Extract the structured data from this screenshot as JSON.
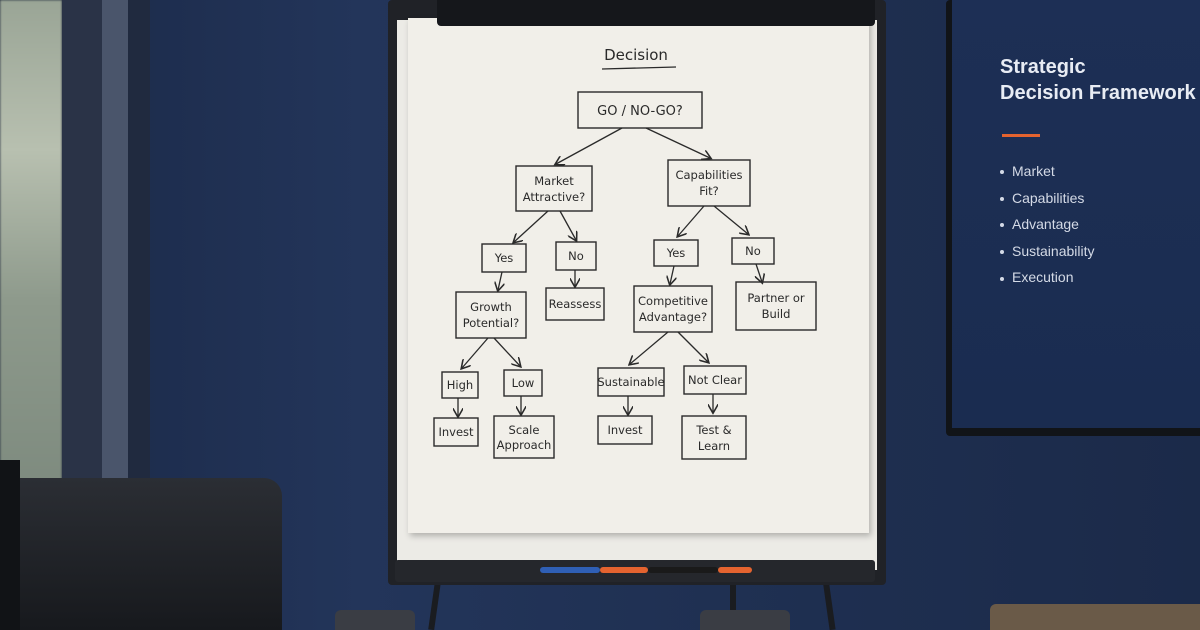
{
  "flipchart": {
    "heading": "Decision",
    "root": "GO / NO-GO?",
    "market": {
      "question_line1": "Market",
      "question_line2": "Attractive?",
      "yes": "Yes",
      "no": "No",
      "no_outcome": "Reassess"
    },
    "growth": {
      "question_line1": "Growth",
      "question_line2": "Potential?",
      "high": "High",
      "low": "Low",
      "high_outcome": "Invest",
      "low_outcome_line1": "Scale",
      "low_outcome_line2": "Approach"
    },
    "capabilities": {
      "question_line1": "Capabilities",
      "question_line2": "Fit?",
      "yes": "Yes",
      "no": "No",
      "no_outcome_line1": "Partner or",
      "no_outcome_line2": "Build"
    },
    "competitive": {
      "question_line1": "Competitive",
      "question_line2": "Advantage?",
      "sustainable": "Sustainable",
      "not_clear": "Not Clear",
      "sustainable_outcome": "Invest",
      "not_clear_outcome_line1": "Test &",
      "not_clear_outcome_line2": "Learn"
    }
  },
  "screen": {
    "title_line1": "Strategic",
    "title_line2": "Decision Framework",
    "items": [
      "Market",
      "Capabilities",
      "Advantage",
      "Sustainability",
      "Execution"
    ],
    "accent_color": "#e4632f"
  },
  "markers": [
    {
      "color": "#2f5fb5"
    },
    {
      "color": "#e4632f"
    },
    {
      "color": "#1a1a1a"
    },
    {
      "color": "#e4632f"
    }
  ]
}
